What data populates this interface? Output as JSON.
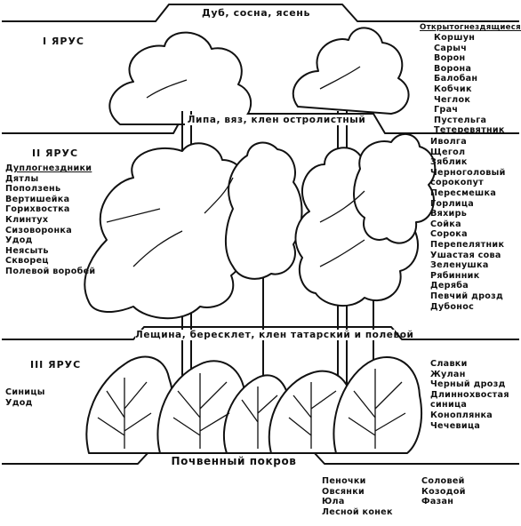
{
  "banners": {
    "top": "Дуб, сосна, ясень",
    "middle": "Липа, вяз, клен остролистный",
    "lower": "Лещина, бересклет, клен татарский и полевой",
    "ground": "Почвенный покров"
  },
  "tiers": {
    "one": "I ЯРУС",
    "two": "II ЯРУС",
    "three": "III ЯРУС"
  },
  "top_right": {
    "header": "Открытогнездящиеся",
    "birds": [
      "Коршун",
      "Сарыч",
      "Ворон",
      "Ворона",
      "Балобан",
      "Кобчик",
      "Чеглок",
      "Грач",
      "Пустельга",
      "Тетеревятник"
    ]
  },
  "mid_left": {
    "header": "Дуплогнездники",
    "birds": [
      "Дятлы",
      "Поползень",
      "Вертишейка",
      "Горихвостка",
      "Клинтух",
      "Сизоворонка",
      "Удод",
      "Неясыть",
      "Скворец",
      "Полевой воробей"
    ]
  },
  "mid_right": {
    "birds": [
      "Иволга",
      "Щегол",
      "Зяблик",
      "Черноголовый",
      "сорокопут",
      "Пересмешка",
      "Горлица",
      "Вяхирь",
      "Сойка",
      "Сорока",
      "Перепелятник",
      "Ушастая сова",
      "Зеленушка",
      "Рябинник",
      "Деряба",
      "Певчий дрозд",
      "Дубонос"
    ]
  },
  "lower_left": {
    "birds": [
      "Синицы",
      "Удод"
    ]
  },
  "lower_right": {
    "birds": [
      "Славки",
      "Жулан",
      "Черный дрозд",
      "Длиннохвостая",
      "синица",
      "Коноплянка",
      "Чечевица"
    ]
  },
  "ground_left": {
    "birds": [
      "Пеночки",
      "Овсянки",
      "Юла",
      "Лесной конек"
    ]
  },
  "ground_right": {
    "birds": [
      "Соловей",
      "Козодой",
      "Фазан"
    ]
  }
}
